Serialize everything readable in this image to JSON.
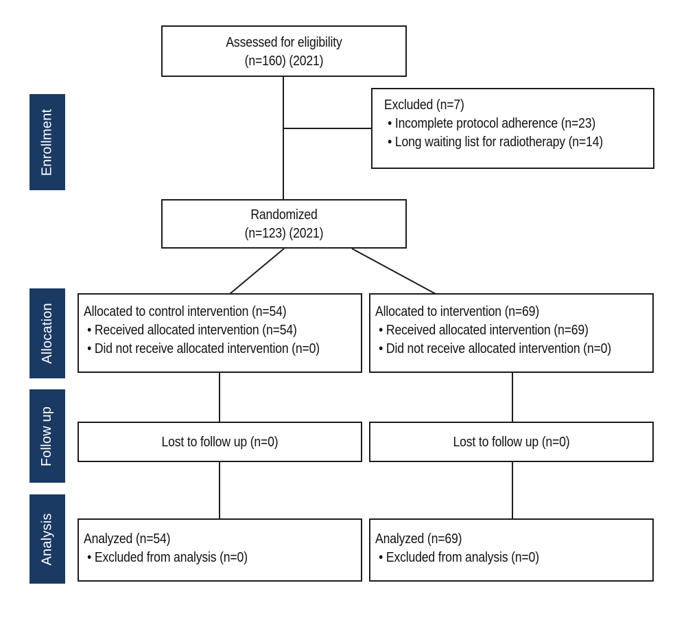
{
  "stages": [
    {
      "label": "Enrollment"
    },
    {
      "label": "Allocation"
    },
    {
      "label": "Follow up"
    },
    {
      "label": "Analysis"
    }
  ],
  "boxes": {
    "eligibility": {
      "line1": "Assessed for eligibility",
      "line2": "(n=160) (2021)"
    },
    "excluded": {
      "title": "Excluded (n=7)",
      "items": [
        "• Incomplete protocol adherence (n=23)",
        "• Long waiting list for radiotherapy (n=14)"
      ]
    },
    "randomized": {
      "line1": "Randomized",
      "line2": "(n=123) (2021)"
    },
    "allocation_control": {
      "title": "Allocated to control intervention (n=54)",
      "items": [
        "• Received allocated intervention (n=54)",
        "• Did not receive allocated intervention (n=0)"
      ]
    },
    "allocation_intervention": {
      "title": "Allocated to intervention (n=69)",
      "items": [
        "• Received allocated intervention (n=69)",
        "• Did not receive allocated intervention (n=0)"
      ]
    },
    "followup_control": {
      "title": "Lost to follow up (n=0)"
    },
    "followup_intervention": {
      "title": "Lost to follow up (n=0)"
    },
    "analysis_control": {
      "title": "Analyzed (n=54)",
      "items": [
        "• Excluded from analysis (n=0)"
      ]
    },
    "analysis_intervention": {
      "title": "Analyzed (n=69)",
      "items": [
        "• Excluded from analysis (n=0)"
      ]
    }
  },
  "colors": {
    "stage_bg": "#1a3a64",
    "stage_text": "#ffffff",
    "box_border": "#1c1c1c",
    "connector": "#1c1c1c",
    "text": "#111111",
    "background": "#ffffff"
  }
}
